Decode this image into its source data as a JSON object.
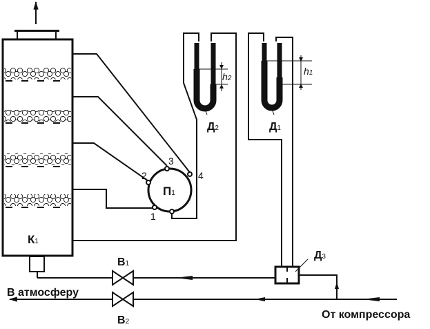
{
  "diagram": {
    "column": {
      "label": "К",
      "sub": "1"
    },
    "pressure_ring": {
      "label": "П",
      "sub": "1",
      "taps": [
        "1",
        "2",
        "3",
        "4"
      ]
    },
    "manometer_1": {
      "label": "Д",
      "sub": "1",
      "height_label": "h",
      "height_sub": "1"
    },
    "manometer_2": {
      "label": "Д",
      "sub": "2",
      "height_label": "h",
      "height_sub": "2"
    },
    "flow_device": {
      "label": "Д",
      "sub": "3"
    },
    "valve_1": {
      "label": "В",
      "sub": "1"
    },
    "valve_2": {
      "label": "В",
      "sub": "2"
    },
    "outlet_label": "В атмосферу",
    "inlet_label": "От компрессора"
  }
}
